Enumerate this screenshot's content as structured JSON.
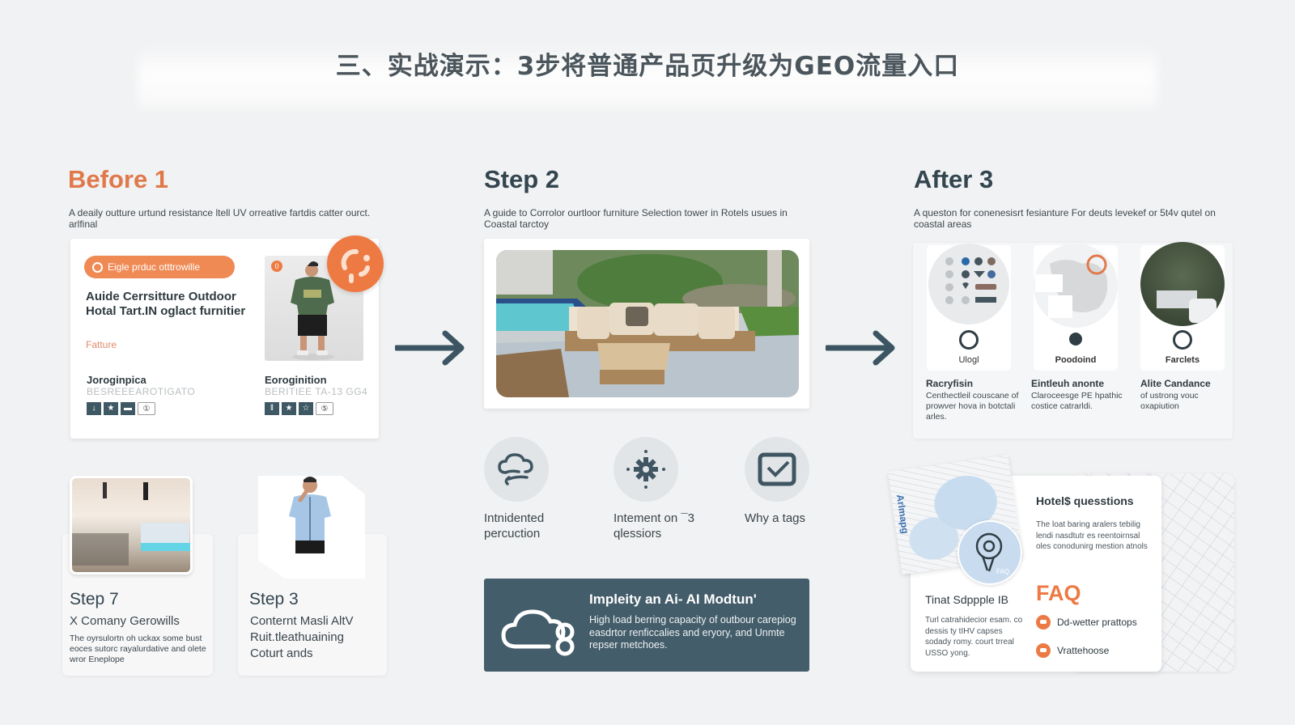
{
  "page": {
    "title": "三、实战演示：3步将普通产品页升级为GEO流量入口"
  },
  "columns": {
    "before": {
      "heading": "Before 1",
      "description": "A deaily outture urtund resistance ltell UV orreative fartdis catter ourct. arlfinal",
      "card": {
        "pill_label": "Eigle prduc otttrowille",
        "product_title": "Auide Cerrsitture Outdoor Hotal Tart.IN oglact furnitier",
        "product_subtitle": "Fatture",
        "image_badge": "0",
        "meta": [
          {
            "name": "Joroginpica",
            "code": "BESREEEAROTIGATO",
            "icons": [
              "↓",
              "★",
              "▬",
              "①"
            ]
          },
          {
            "name": "Eoroginition",
            "code": "BERITIEE TA-13 GG4",
            "icons": [
              "‖",
              "★",
              "☆",
              "⑤"
            ]
          }
        ]
      }
    },
    "step2": {
      "heading": "Step 2",
      "description": "A guide to Corrolor ourtloor furniture Selection tower in Rotels usues in Coastal tarctoy",
      "features": [
        {
          "icon": "brain-cloud-icon",
          "label": "Intnidented percuction"
        },
        {
          "icon": "gear-icon",
          "label": "Intement on ¯3 qlessiors"
        },
        {
          "icon": "checkbox-icon",
          "label": "Why a tags"
        }
      ],
      "banner": {
        "title": "Impleity an Ai- AI Modtun'",
        "body": "High load berring capacity of outbour carepiog easdrtor renficcalies and eryory, and Unmte repser metchoes."
      }
    },
    "after": {
      "heading": "After 3",
      "description": "A queston for conenesisrt fesianture For deuts levekef or 5t4v qutel on coastal areas",
      "mini_cards": [
        {
          "label": "Ulogl",
          "name": "Racryfisin",
          "desc": "Centhectleil couscane of prowver hova in botctali arles."
        },
        {
          "label": "Poodoind",
          "name": "Eintleuh anonte",
          "desc": "Claroceesge PE hpathic costice catrarldi."
        },
        {
          "label": "Farclets",
          "name": "Alite Candance",
          "desc": "of ustrong vouc oxapiution"
        }
      ],
      "faq": {
        "map_label": "Arlmapg",
        "globe_label": "FAQ",
        "left_title": "Tinat Sdppple IB",
        "left_body": "Turl catrahidecior esam. co dessis ty tIHV capses sodady romy. court trreal USSO yong.",
        "title": "Hotel$ quesstions",
        "body": "The loat baring aralers tebilig lendi nasdtutr es reentoirnsal oles conodunirg mestion atnols",
        "big_label": "FAQ",
        "items": [
          {
            "label": "Dd-wetter prattops"
          },
          {
            "label": "Vrattehoose"
          }
        ]
      }
    }
  },
  "bottom_left": [
    {
      "step": "Step 7",
      "subtitle": "X Comany Gerowills",
      "body": "The oyrsulortn oh uckax some bust eoces sutorc rayalurdative and olete wror Eneplope"
    },
    {
      "step": "Step 3",
      "subtitle": "Conternt Masli AltV Ruit.tleathuaining Coturt ands",
      "body": ""
    }
  ],
  "colors": {
    "accent_orange": "#ec7a45",
    "slate": "#445d6a",
    "background": "#f1f2f3"
  }
}
